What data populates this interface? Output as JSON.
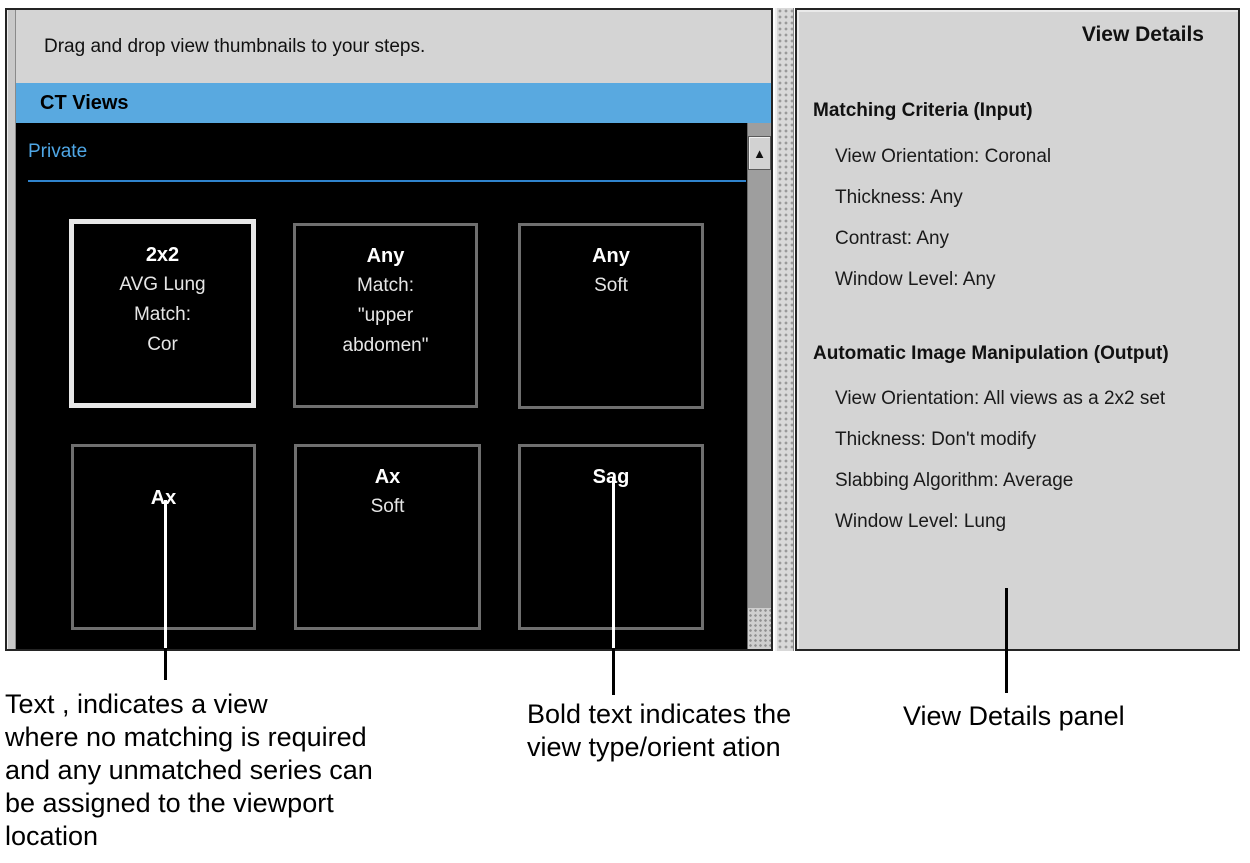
{
  "left_panel": {
    "instruction": "Drag and drop view thumbnails to your steps.",
    "header": "CT Views",
    "group_label": "Private",
    "thumbnails": [
      {
        "title": "2x2",
        "lines": [
          "AVG Lung",
          "Match:",
          "Cor"
        ],
        "selected": true
      },
      {
        "title": "Any",
        "lines": [
          "Match:",
          "\"upper",
          "abdomen\""
        ],
        "selected": false
      },
      {
        "title": "Any",
        "lines": [
          "Soft"
        ],
        "selected": false
      },
      {
        "title": "Ax",
        "lines": [],
        "selected": false
      },
      {
        "title": "Ax",
        "lines": [
          "Soft"
        ],
        "selected": false
      },
      {
        "title": "Sag",
        "lines": [],
        "selected": false
      }
    ]
  },
  "view_details": {
    "title": "View Details",
    "sections": [
      {
        "heading": "Matching Criteria (Input)",
        "items": [
          "View Orientation: Coronal",
          "Thickness: Any",
          "Contrast: Any",
          "Window Level: Any"
        ]
      },
      {
        "heading": "Automatic Image Manipulation (Output)",
        "items": [
          "View Orientation: All views as a 2x2 set",
          "Thickness: Don't modify",
          "Slabbing Algorithm: Average",
          "Window Level: Lung"
        ]
      }
    ]
  },
  "annotations": {
    "left": [
      "Text , indicates a view",
      "where no matching is required",
      "and any unmatched series can",
      "be assigned to the viewport",
      "location"
    ],
    "middle": [
      "Bold text indicates the",
      "view type/orient ation"
    ],
    "right": "View Details panel"
  },
  "icons": {
    "scroll_up": "▲"
  },
  "colors": {
    "header_blue": "#59a9e0",
    "group_label_blue": "#4fa7e6",
    "underline_blue": "#2f83cc",
    "panel_gray": "#d4d4d4",
    "thumbnail_bg": "#000000",
    "selected_border": "#e8e8e8"
  }
}
